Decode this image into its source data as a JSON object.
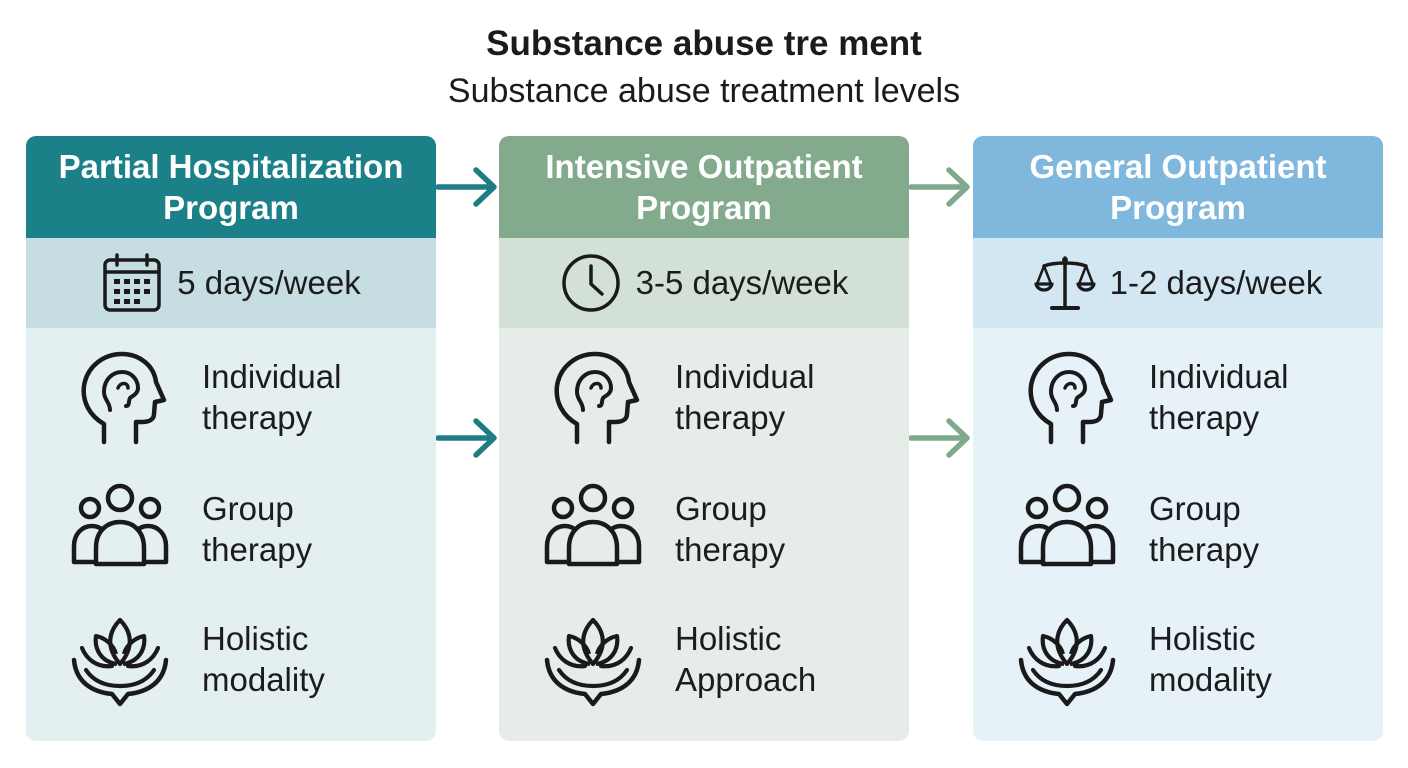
{
  "title": "Substance abuse tre ment",
  "subtitle": "Substance abuse treatment levels",
  "colors": {
    "teal": "#1b8088",
    "sage": "#84aa8e",
    "sky": "#7fb8dc",
    "arrow_teal": "#1e7c83",
    "arrow_sage": "#7fa88c"
  },
  "programs": [
    {
      "header_line1": "Partial Hospitalization",
      "header_line2": "Program",
      "frequency": "5 days/week",
      "frequency_icon": "calendar-icon",
      "items": [
        {
          "icon": "head-icon",
          "line1": "Individual",
          "line2": "therapy"
        },
        {
          "icon": "group-icon",
          "line1": "Group",
          "line2": "therapy"
        },
        {
          "icon": "lotus-hands-icon",
          "line1": "Holistic",
          "line2": "modality"
        }
      ]
    },
    {
      "header_line1": "Intensive Outpatient",
      "header_line2": "Program",
      "frequency": "3-5 days/week",
      "frequency_icon": "clock-icon",
      "items": [
        {
          "icon": "head-icon",
          "line1": "Individual",
          "line2": "therapy"
        },
        {
          "icon": "group-icon",
          "line1": "Group",
          "line2": "therapy"
        },
        {
          "icon": "lotus-hands-icon",
          "line1": "Holistic",
          "line2": "Approach"
        }
      ]
    },
    {
      "header_line1": "General Outpatient",
      "header_line2": "Program",
      "frequency": "1-2 days/week",
      "frequency_icon": "scales-icon",
      "items": [
        {
          "icon": "head-icon",
          "line1": "Individual",
          "line2": "therapy"
        },
        {
          "icon": "group-icon",
          "line1": "Group",
          "line2": "therapy"
        },
        {
          "icon": "lotus-hands-icon",
          "line1": "Holistic",
          "line2": "modality"
        }
      ]
    }
  ]
}
